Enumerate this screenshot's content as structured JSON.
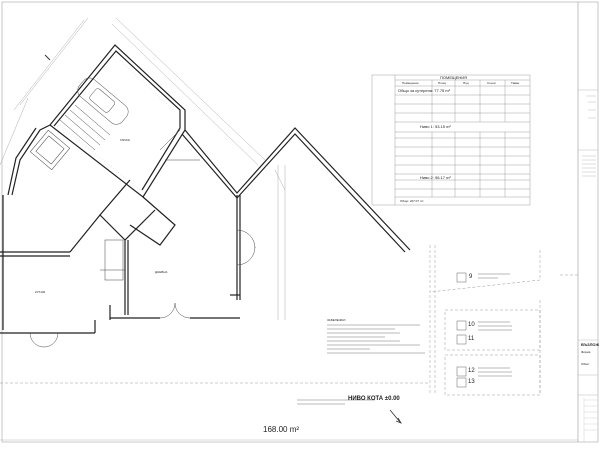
{
  "drawing": {
    "level_label": "НИВО КОТА ±0.00",
    "area_label": "168.00 m²",
    "table_title": "ПОМЕЩЕНИЯ",
    "table_headers": [
      "Помещение",
      "Площ",
      "Под",
      "Стени",
      "Таван"
    ],
    "table_sections": [
      "Общо за сутерена: 77.75 m²",
      "Ниво 1: 53.15 m²",
      "Ниво 2: 96.17 m²"
    ],
    "table_total": "Общо: 227.07 m²",
    "rooms": [
      "ГАРАЖ",
      "ДНЕВНА",
      "КУХНЯ"
    ],
    "callout_numbers": [
      "9",
      "10",
      "11",
      "12",
      "13"
    ],
    "notes_heading": "ЗАБЕЛЕЖКИ"
  },
  "title_block": {
    "heading": "ВЪЗЛОЖ",
    "line2": "Фирма",
    "line3": "Обект"
  },
  "colors": {
    "line": "#333333",
    "dim": "#888888",
    "paper": "#ffffff"
  }
}
